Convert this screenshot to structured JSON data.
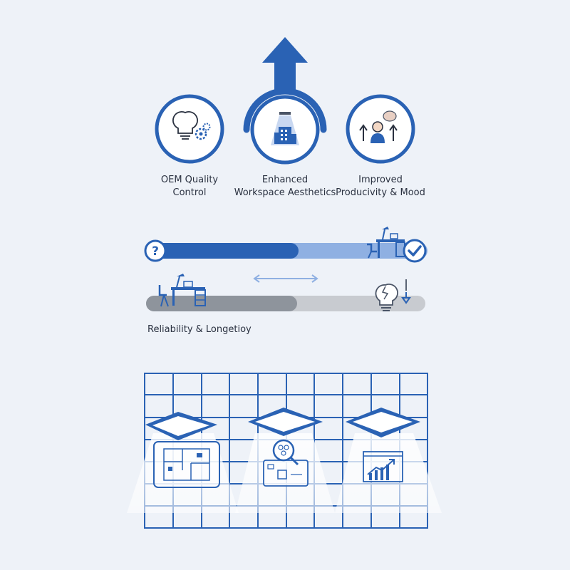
{
  "features": [
    {
      "line1": "OEM Quality",
      "line2": "Control",
      "icon": "lightbulb-gear-icon"
    },
    {
      "line1": "Enhanced",
      "line2": "Workspace Aesthetics",
      "icon": "building-light-icon"
    },
    {
      "line1": "Improved",
      "line2": "Producivity & Mood",
      "icon": "person-brain-icon"
    }
  ],
  "comparison": {
    "top_bar_icon_left": "question-mark-icon",
    "top_bar_icon_right": "check-icon",
    "bottom_label": "Reliability & Longetioy",
    "bottom_bar_icon_right": "broken-bulb-icon"
  },
  "colors": {
    "primary": "#2a62b4",
    "light_blue": "#8fb0e2",
    "gray_dark": "#8e949c",
    "gray_light": "#c8cbd0",
    "background": "#eef2f8"
  }
}
